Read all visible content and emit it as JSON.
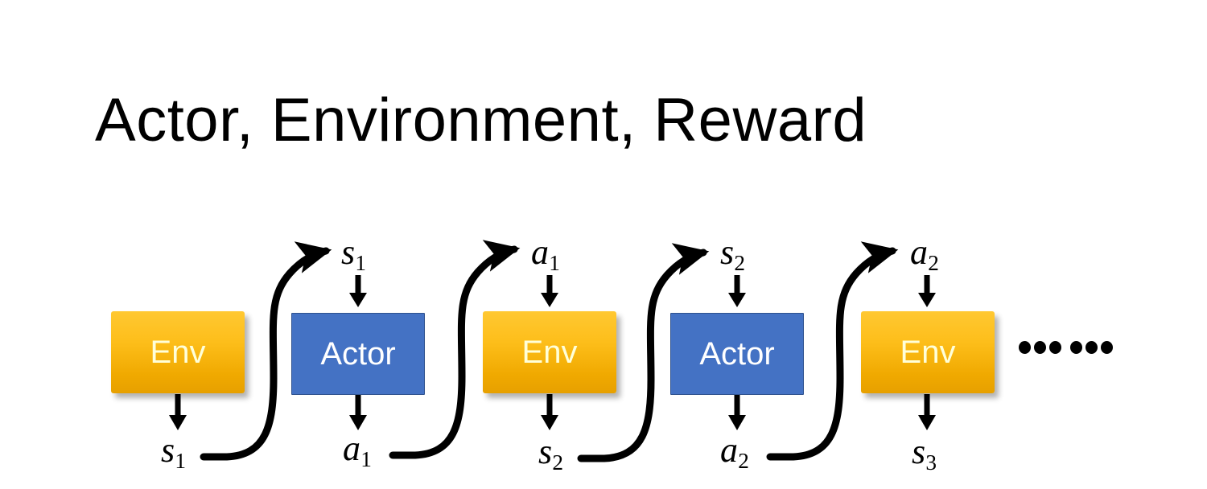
{
  "slide": {
    "title": "Actor, Environment, Reward",
    "background_color": "#FFFFFF"
  },
  "palette": {
    "env_fill_top": "#FFC832",
    "env_fill_bottom": "#E7A000",
    "env_text": "#FFFFD9",
    "actor_fill": "#4472C4",
    "actor_border": "#2F528F",
    "actor_text": "#FFFFFF",
    "arrow_color": "#000000",
    "title_color": "#000000"
  },
  "diagram": {
    "type": "reinforcement-learning-rollout-chain",
    "nodes": [
      {
        "id": "env-1",
        "label": "Env",
        "kind": "env",
        "input_label": "s_1_in",
        "output_label": "s_1_out"
      },
      {
        "id": "actor-1",
        "label": "Actor",
        "kind": "actor",
        "input_label": "s_1_top",
        "output_label": "a_1_bottom"
      },
      {
        "id": "env-2",
        "label": "Env",
        "kind": "env",
        "input_label": "a_1_top",
        "output_label": "s_2_bottom"
      },
      {
        "id": "actor-2",
        "label": "Actor",
        "kind": "actor",
        "input_label": "s_2_top",
        "output_label": "a_2_bottom"
      },
      {
        "id": "env-3",
        "label": "Env",
        "kind": "env",
        "input_label": "a_2_top",
        "output_label": "s_3_bottom"
      }
    ],
    "top_labels": [
      {
        "id": "s_1_top",
        "base": "s",
        "sub": "1"
      },
      {
        "id": "a_1_top",
        "base": "a",
        "sub": "1"
      },
      {
        "id": "s_2_top",
        "base": "s",
        "sub": "2"
      },
      {
        "id": "a_2_top",
        "base": "a",
        "sub": "2"
      }
    ],
    "bottom_labels": [
      {
        "id": "s_1_bottom",
        "base": "s",
        "sub": "1"
      },
      {
        "id": "a_1_bottom",
        "base": "a",
        "sub": "1"
      },
      {
        "id": "s_2_bottom",
        "base": "s",
        "sub": "2"
      },
      {
        "id": "a_2_bottom",
        "base": "a",
        "sub": "2"
      },
      {
        "id": "s_3_bottom",
        "base": "s",
        "sub": "3"
      }
    ],
    "curved_connectors": [
      {
        "from": "s_1_bottom",
        "to": "s_1_top"
      },
      {
        "from": "a_1_bottom",
        "to": "a_1_top"
      },
      {
        "from": "s_2_bottom",
        "to": "s_2_top"
      },
      {
        "from": "a_2_bottom",
        "to": "a_2_top"
      }
    ],
    "continuation": {
      "symbol": "......",
      "dot_count": 6
    }
  }
}
